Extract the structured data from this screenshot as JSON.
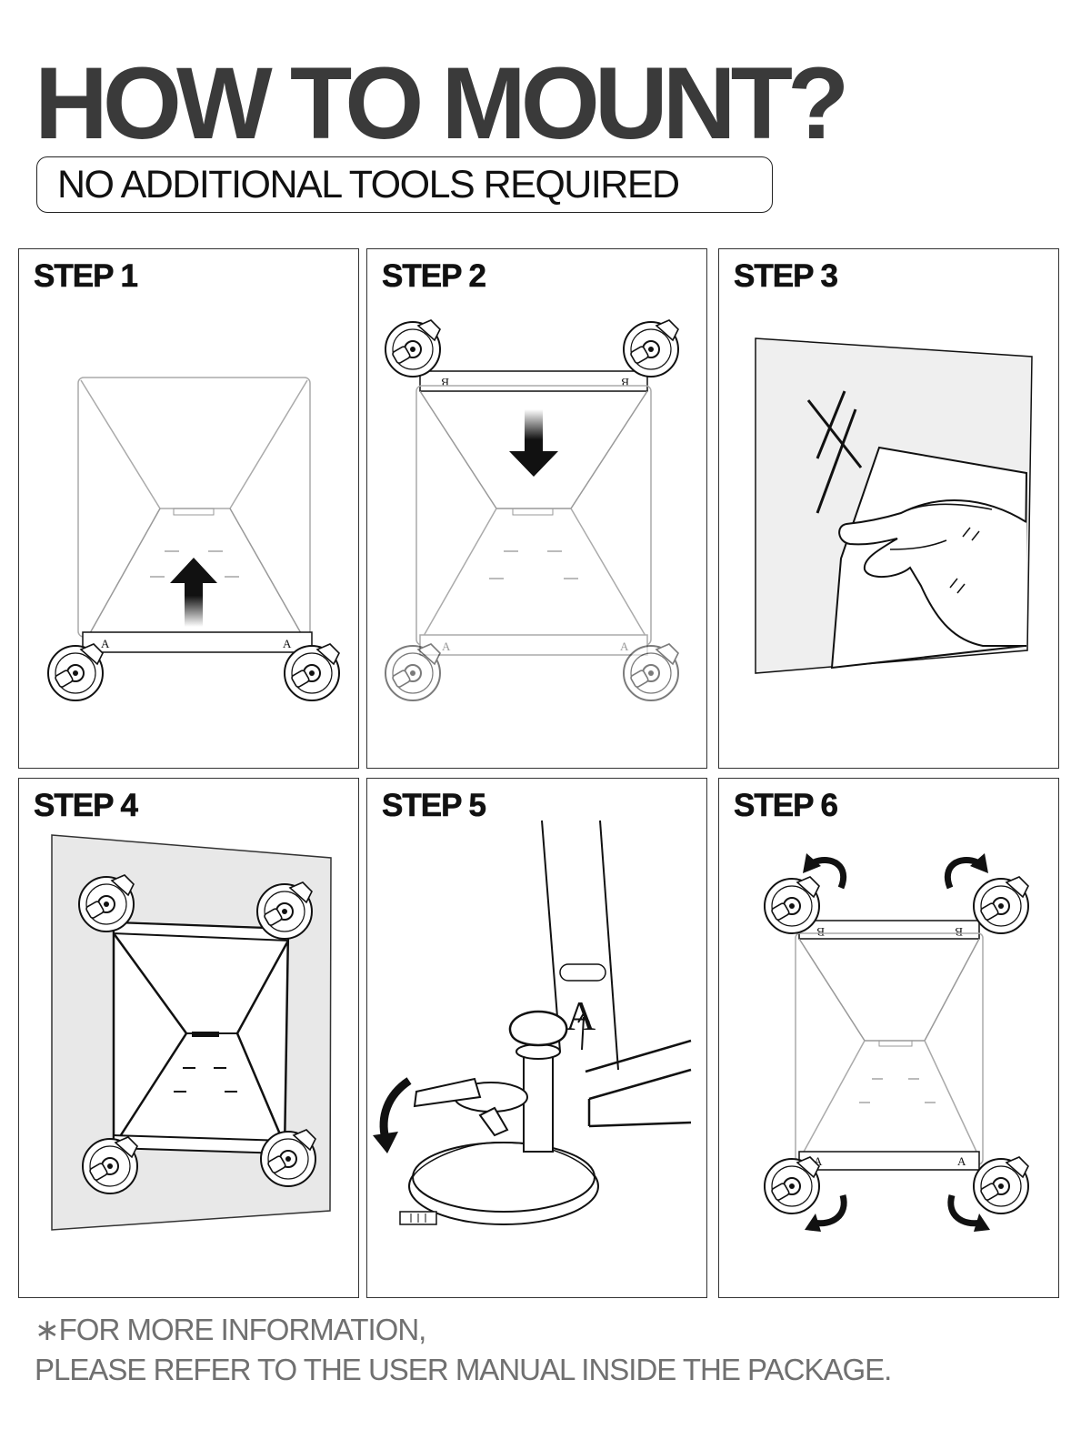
{
  "header": {
    "title": "HOW TO MOUNT?",
    "subtitle": "NO ADDITIONAL TOOLS REQUIRED"
  },
  "steps": [
    {
      "label": "STEP 1"
    },
    {
      "label": "STEP 2"
    },
    {
      "label": "STEP 3"
    },
    {
      "label": "STEP 4"
    },
    {
      "label": "STEP 5"
    },
    {
      "label": "STEP 6"
    }
  ],
  "footer": {
    "line1": "∗FOR MORE INFORMATION,",
    "line2": "PLEASE REFER TO THE USER MANUAL INSIDE THE PACKAGE."
  },
  "mount_labels": {
    "a": "A",
    "b": "B"
  },
  "colors": {
    "title": "#3a3a3a",
    "panel_border": "#333333",
    "footnote": "#707070",
    "wall": "#ededed"
  }
}
